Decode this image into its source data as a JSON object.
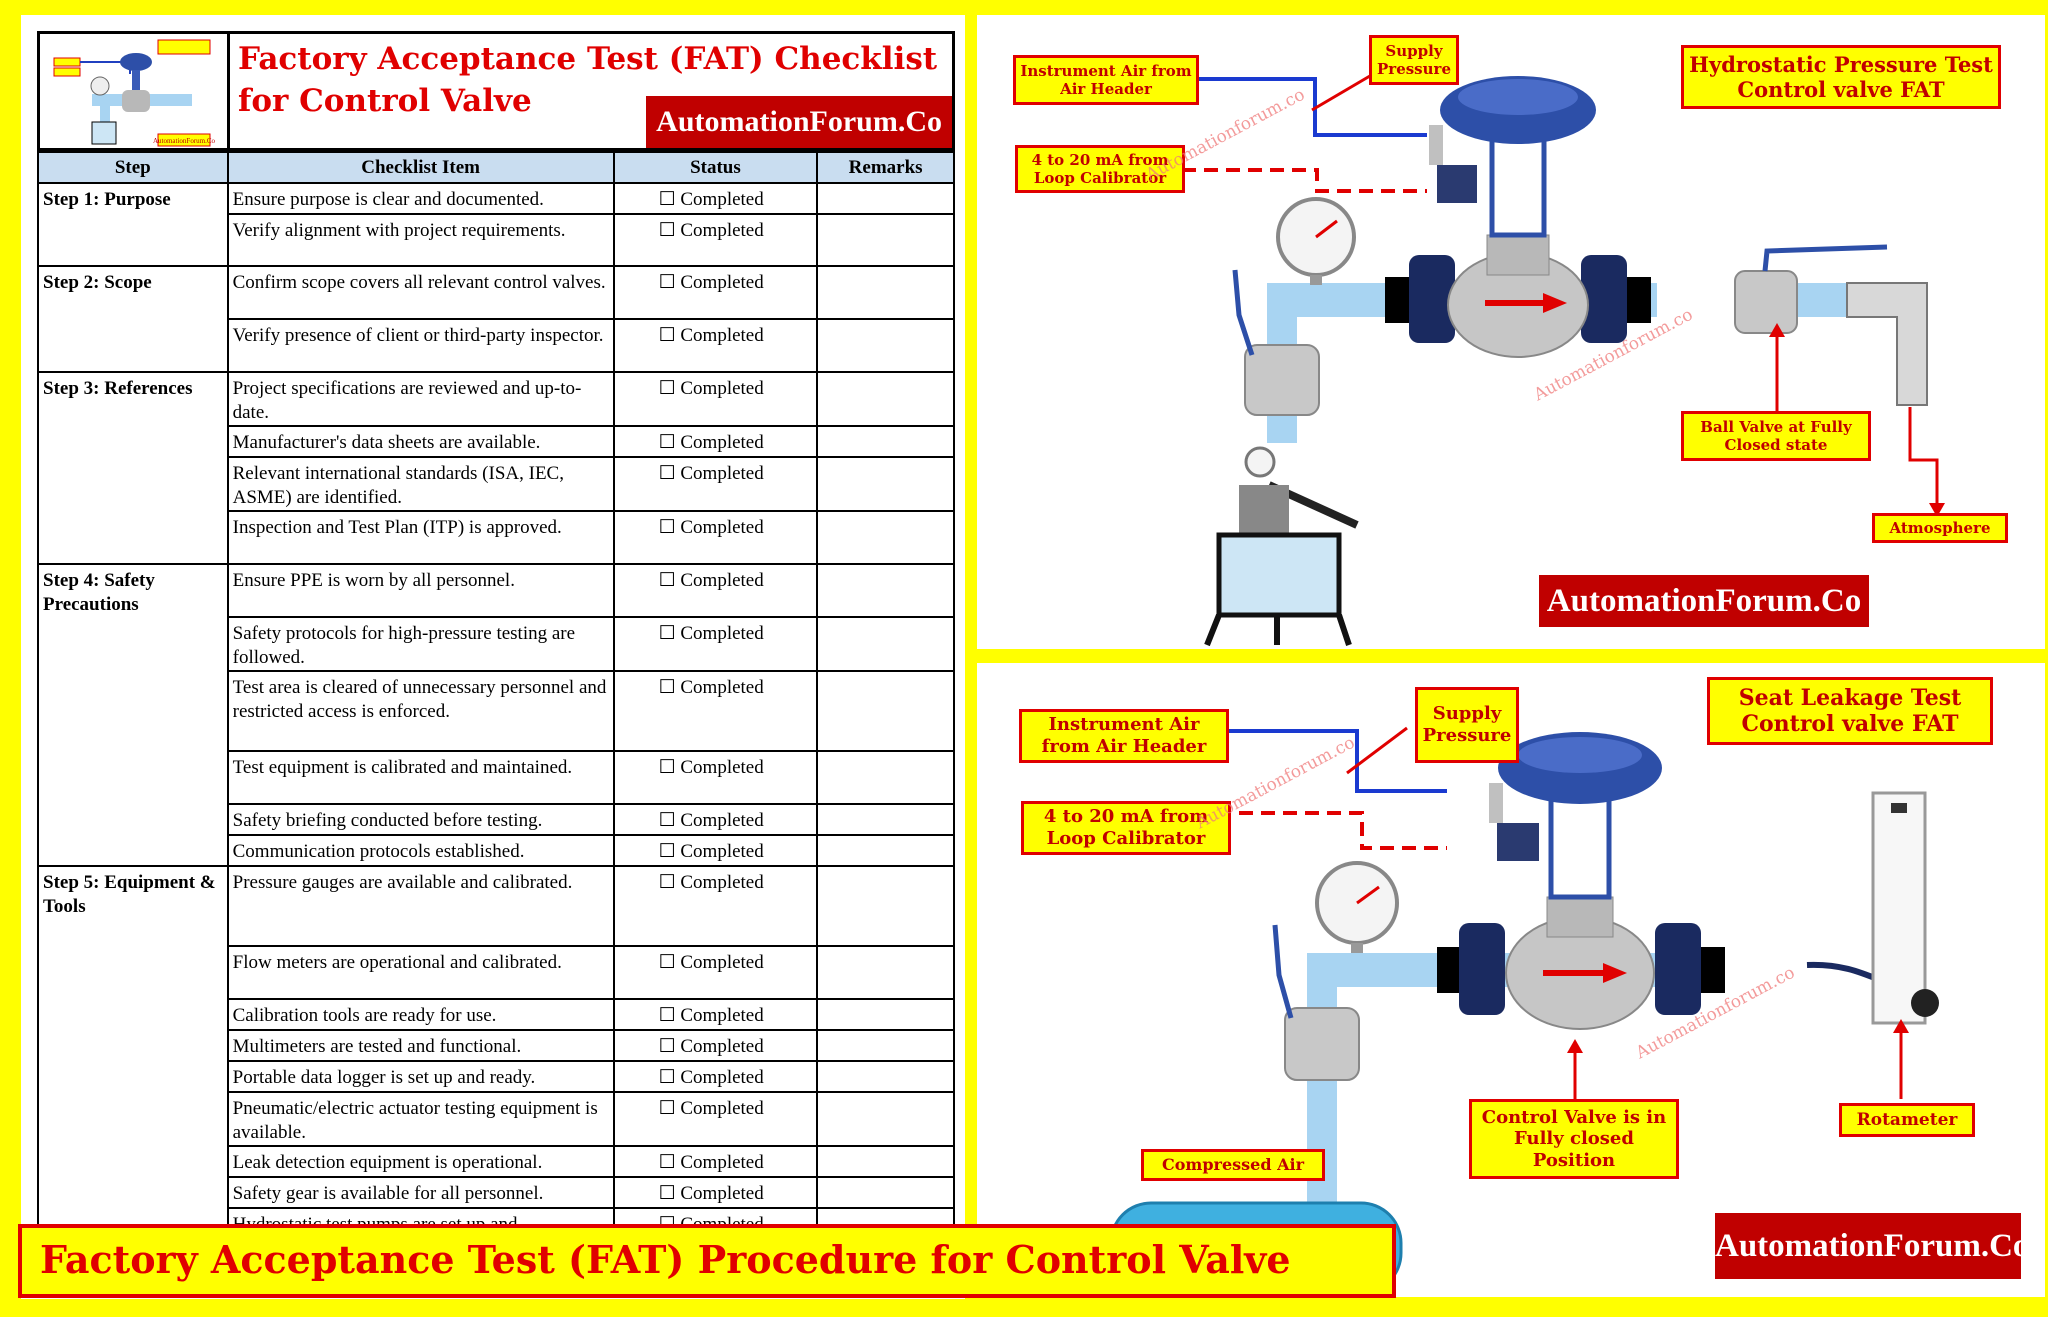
{
  "checklist": {
    "title_line1": "Factory Acceptance Test (FAT) Checklist",
    "title_line2": "for Control Valve",
    "brand": "AutomationForum.Co",
    "thumb_brand": "AutomationForum.Co",
    "headers": [
      "Step",
      "Checklist Item",
      "Status",
      "Remarks"
    ],
    "status_text": "☐ Completed",
    "groups": [
      {
        "step": "Step 1: Purpose",
        "items": [
          "Ensure purpose is clear and documented.",
          "Verify alignment with project requirements."
        ]
      },
      {
        "step": "Step 2: Scope",
        "items": [
          "Confirm scope covers all relevant control valves.",
          "Verify presence of client or third-party inspector."
        ]
      },
      {
        "step": "Step 3: References",
        "items": [
          "Project specifications are reviewed and up-to-date.",
          "Manufacturer's data sheets are available.",
          "Relevant international standards (ISA, IEC, ASME) are identified.",
          "Inspection and Test Plan (ITP) is approved."
        ]
      },
      {
        "step": "Step 4: Safety Precautions",
        "items": [
          "Ensure PPE is worn by all personnel.",
          "Safety protocols for high-pressure testing are followed.",
          "Test area is cleared of unnecessary personnel and restricted access is enforced.",
          "Test equipment is calibrated and maintained.",
          "Safety briefing conducted before testing.",
          "Communication protocols established."
        ]
      },
      {
        "step": "Step 5: Equipment & Tools",
        "items": [
          "Pressure gauges are available and calibrated.",
          "Flow meters are operational and calibrated.",
          "Calibration tools are ready for use.",
          "Multimeters are tested and functional.",
          "Portable data logger is set up and ready.",
          "Pneumatic/electric actuator testing equipment is available.",
          "Leak detection equipment is operational.",
          "Safety gear is available for all personnel.",
          "Hydrostatic test pumps are set up and"
        ]
      }
    ]
  },
  "banner": "Factory Acceptance Test (FAT) Procedure for Control Valve",
  "hydro": {
    "title": "Hydrostatic Pressure Test Control valve FAT",
    "instrument_air": "Instrument Air from Air Header",
    "supply": "Supply Pressure",
    "signal": "4 to 20 mA from Loop Calibrator",
    "ball_valve": "Ball Valve at Fully Closed state",
    "atmosphere": "Atmosphere",
    "brand": "AutomationForum.Co",
    "watermark": "Automationforum.co"
  },
  "seat": {
    "title": "Seat Leakage Test Control valve FAT",
    "instrument_air": "Instrument Air from Air Header",
    "supply": "Supply Pressure",
    "signal": "4 to 20 mA from Loop Calibrator",
    "compressed_air": "Compressed Air",
    "closed": "Control Valve is in Fully closed Position",
    "rotameter": "Rotameter",
    "brand": "AutomationForum.Co",
    "watermark": "Automationforum.co"
  },
  "colors": {
    "accent_red": "#e00000",
    "label_bg": "#ffff00",
    "brand_bg": "#c00000",
    "header_blue": "#c9ddf0"
  }
}
